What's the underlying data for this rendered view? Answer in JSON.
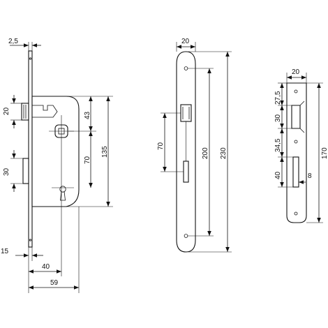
{
  "lock_body": {
    "dims": {
      "faceplate_thickness": "2,5",
      "latch_height": "20",
      "latch_to_keyhole": "70",
      "case_height": "135",
      "upper_offset": "43",
      "bolt_height": "30",
      "edge_offset": "15",
      "backset": "40",
      "case_depth": "59"
    }
  },
  "faceplate": {
    "dims": {
      "width": "20",
      "hole_spacing": "200",
      "length": "230",
      "latch_to_bolt": "70"
    }
  },
  "strike_plate": {
    "dims": {
      "width": "20",
      "top_offset": "27,5",
      "latch_opening": "30",
      "opening_gap": "34,5",
      "bolt_opening": "40",
      "bolt_opening_width": "8",
      "length": "170"
    }
  }
}
